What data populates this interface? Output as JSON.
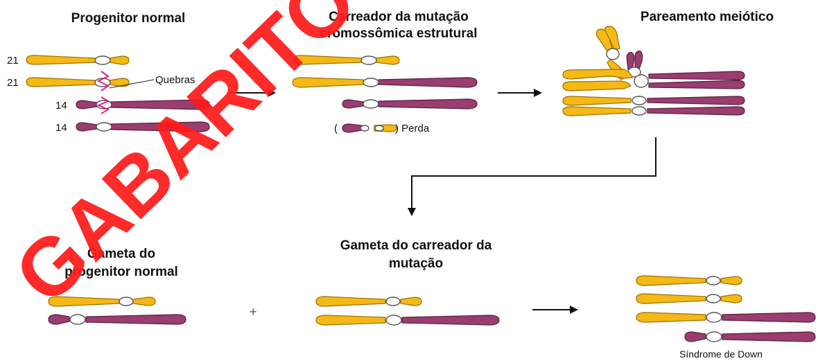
{
  "titles": {
    "normal_parent": "Progenitor normal",
    "carrier_line1": "Carreador da mutação",
    "carrier_line2": "cromossômica estrutural",
    "pairing": "Pareamento meiótico",
    "gamete_normal_line1": "Gameta do",
    "gamete_normal_line2": "progenitor normal",
    "gamete_carrier_line1": "Gameta do carreador da",
    "gamete_carrier_line2": "mutação"
  },
  "labels": {
    "chr21_a": "21",
    "chr21_b": "21",
    "chr14_a": "14",
    "chr14_b": "14",
    "breaks": "Quebras",
    "loss_open": "(",
    "loss": ") Perda",
    "plus": "+",
    "result": "Síndrome de Down"
  },
  "watermark": "GABARITO",
  "colors": {
    "chromosome_21": "#f4b916",
    "chromosome_14": "#9a3d6f",
    "centromere": "#ffffff",
    "breaks": "#e0208f",
    "watermark": "#ff1a1a"
  }
}
